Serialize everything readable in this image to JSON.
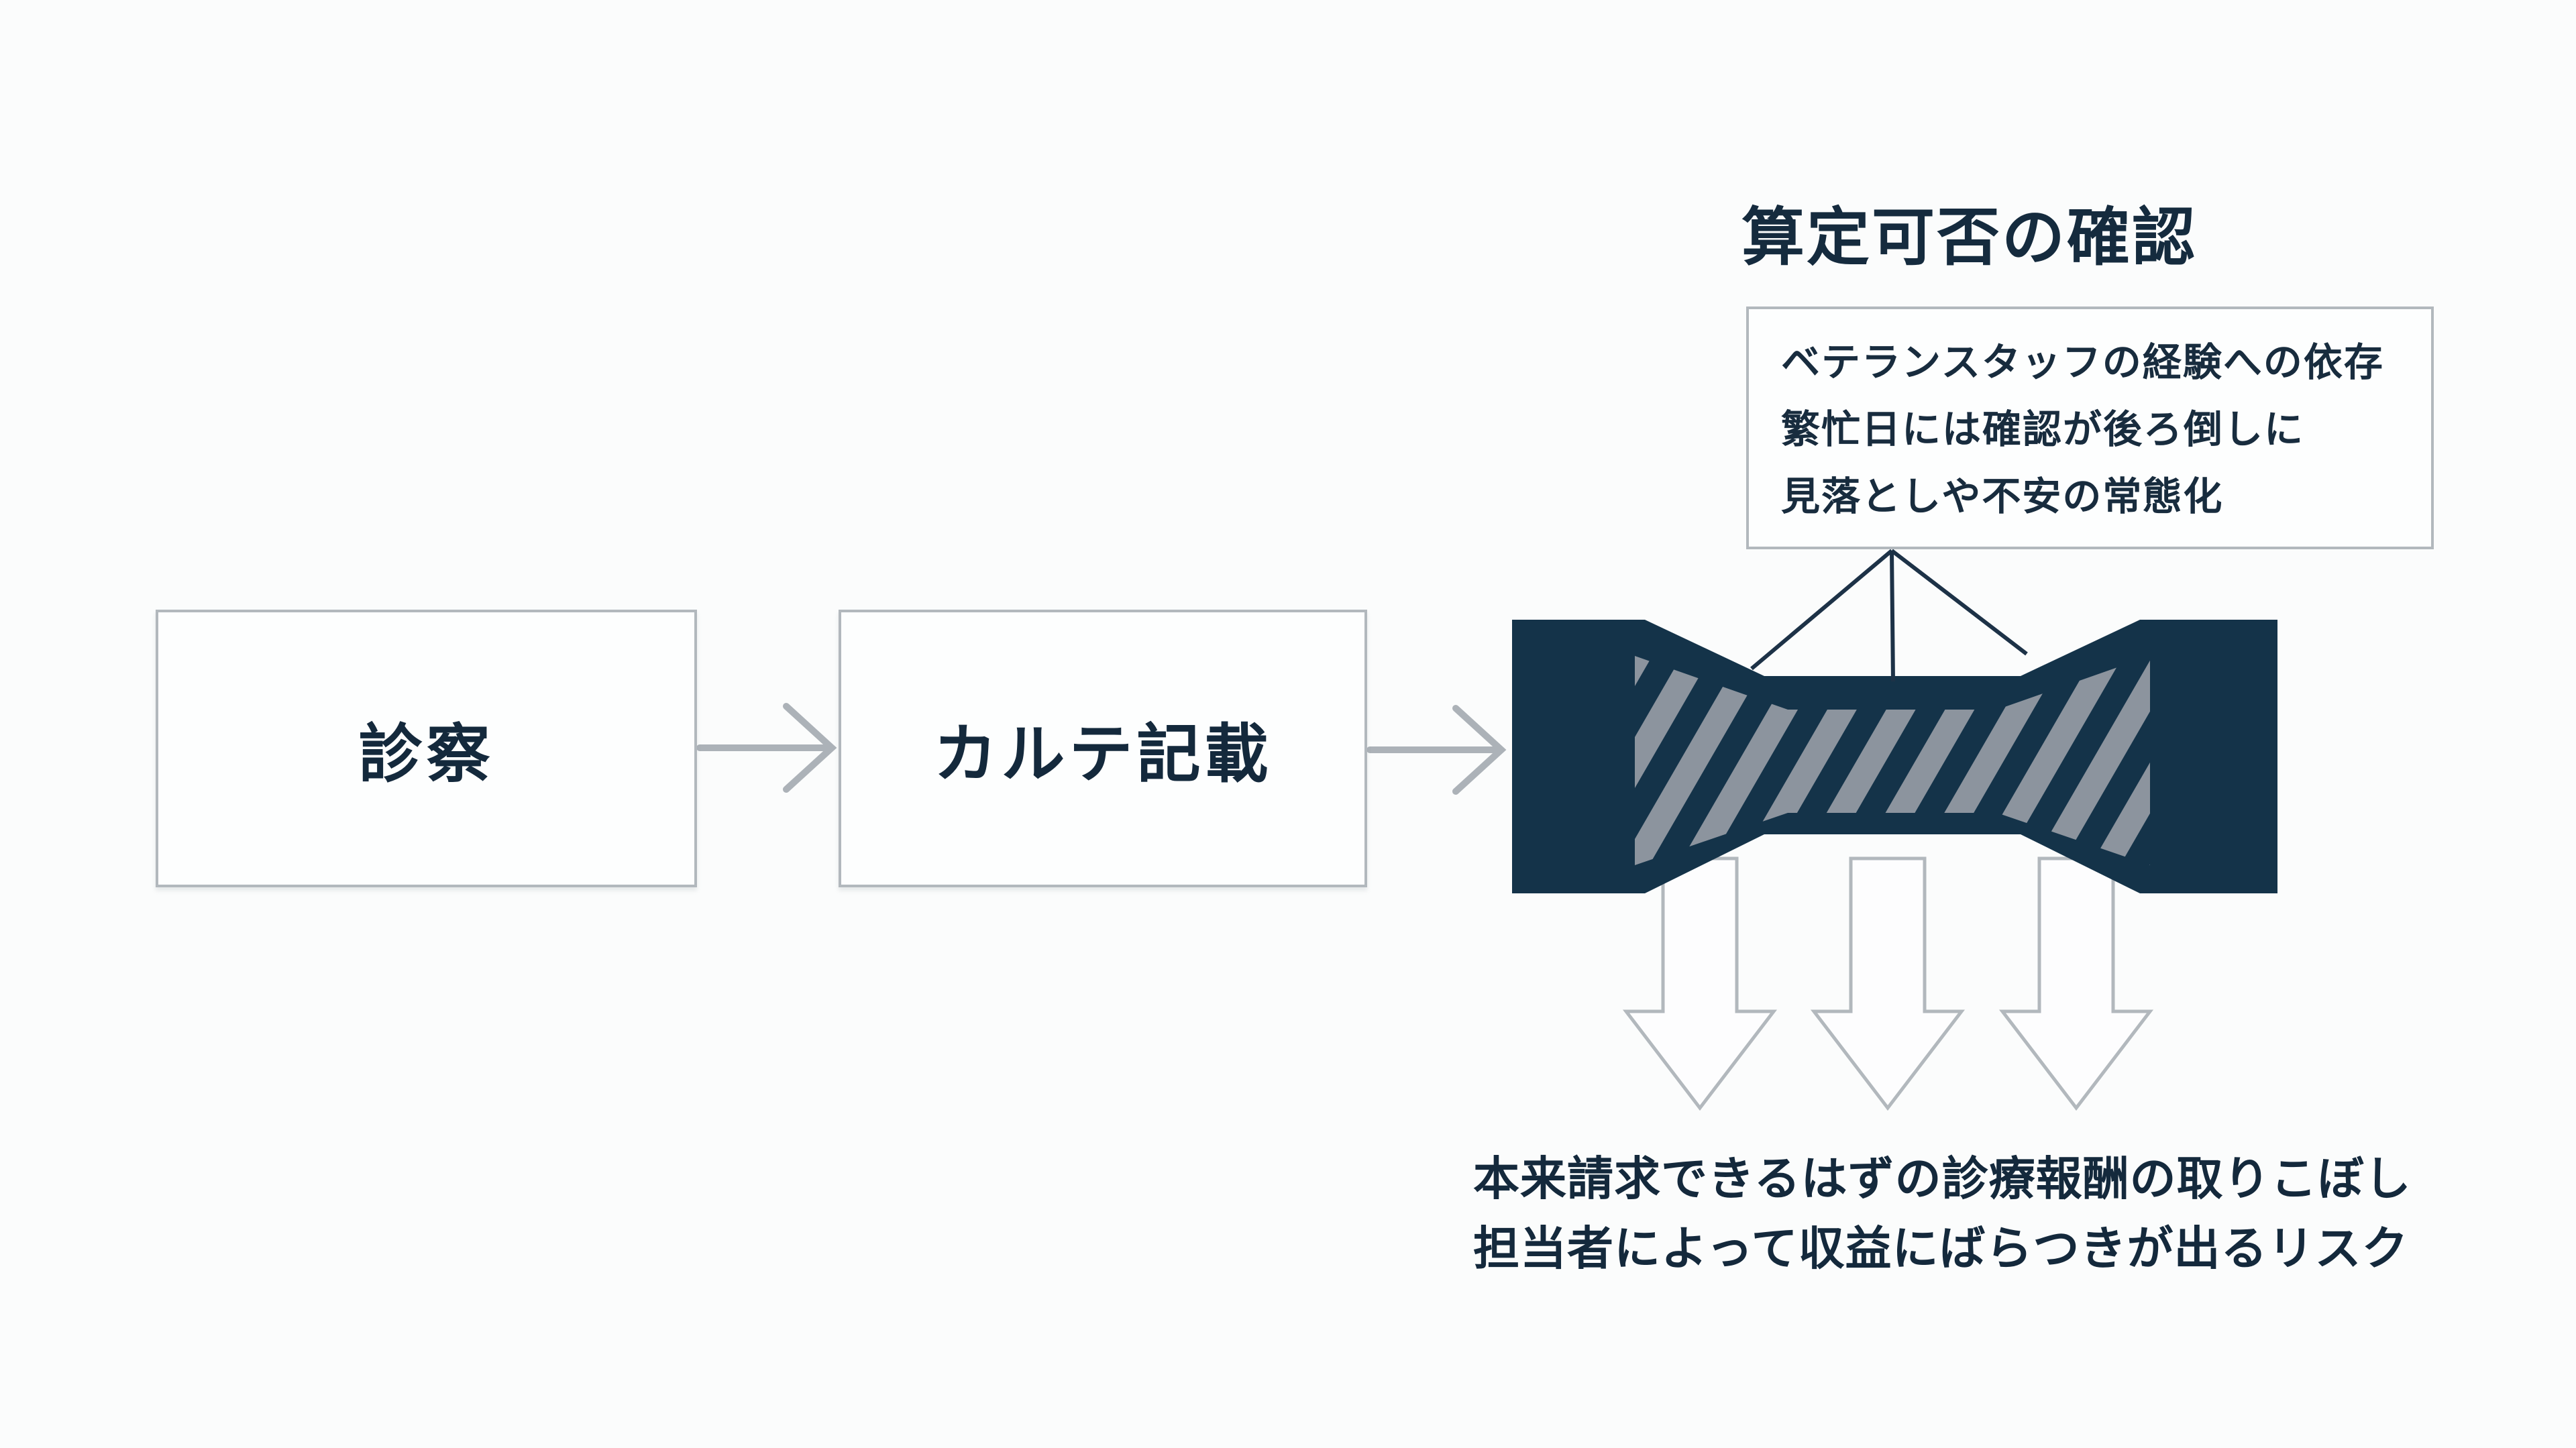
{
  "diagram": {
    "title": "算定可否の確認",
    "flow": {
      "step1_label": "診察",
      "step2_label": "カルテ記載"
    },
    "callout": {
      "lines": [
        "ベテランスタッフの経験への依存",
        "繁忙日には確認が後ろ倒しに",
        "見落としや不安の常態化"
      ]
    },
    "risks": {
      "lines": [
        "本来請求できるはずの診療報酬の取りこぼし",
        "担当者によって収益にばらつきが出るリスク"
      ]
    },
    "icons": {
      "flow_arrow": "right-arrow-icon",
      "down_arrow": "block-down-arrow-icon",
      "bottleneck": "bowtie-bottleneck-icon"
    },
    "colors": {
      "background": "#fbfcfc",
      "navy": "#143349",
      "stripe_gray": "#8c949e",
      "outline_gray": "#b2b8bd",
      "arrow_gray": "#acb2b8",
      "arrow_fill": "#fdfdfe",
      "connector_navy": "#1d3247",
      "text_navy": "#152b3e"
    }
  }
}
